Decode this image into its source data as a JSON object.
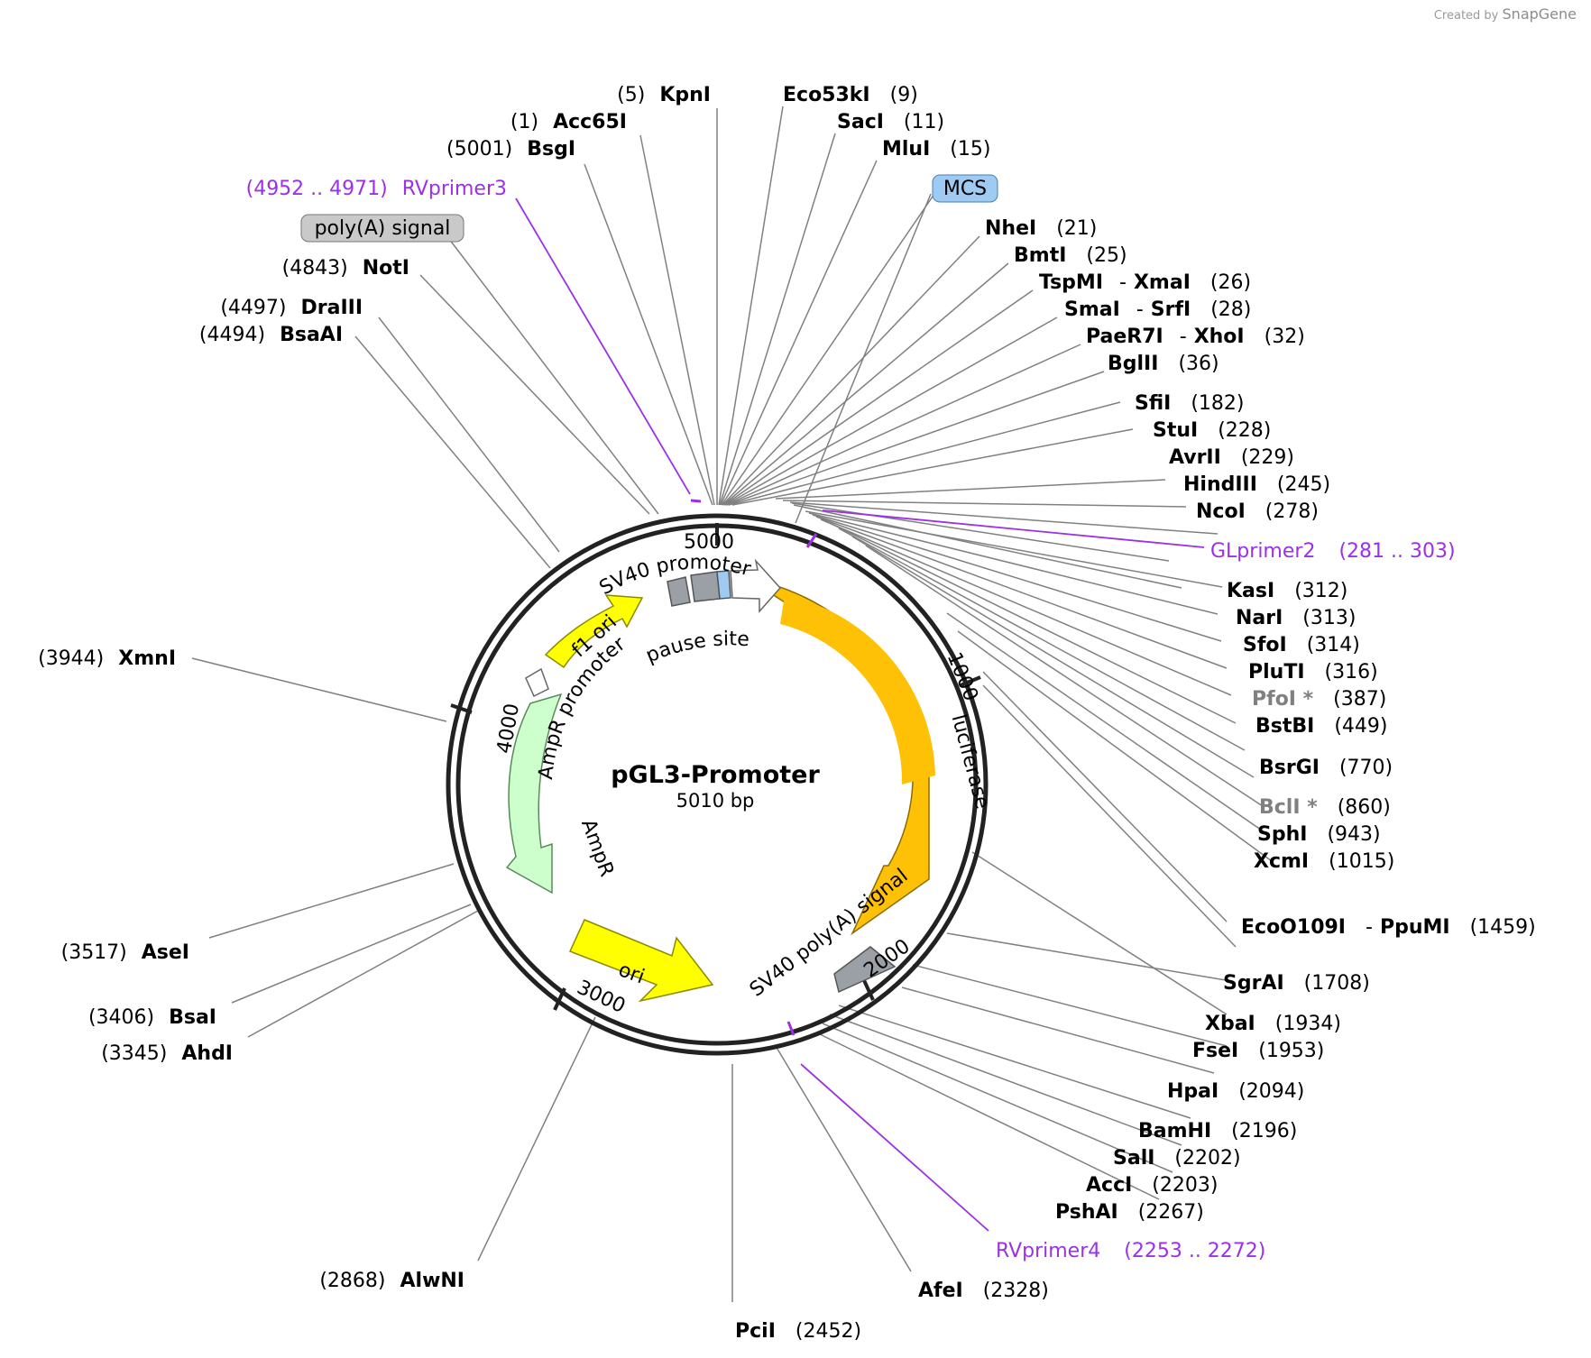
{
  "credit": {
    "prefix": "Created by",
    "brand": "SnapGene"
  },
  "plasmid": {
    "name": "pGL3-Promoter",
    "size": "5010 bp"
  },
  "ticks": [
    "1000",
    "2000",
    "3000",
    "4000",
    "5000"
  ],
  "sites": [
    {
      "name": "KpnI",
      "pos": "(5)"
    },
    {
      "name": "Acc65I",
      "pos": "(1)"
    },
    {
      "name": "BsgI",
      "pos": "(5001)"
    },
    {
      "name": "NotI",
      "pos": "(4843)"
    },
    {
      "name": "DraIII",
      "pos": "(4497)"
    },
    {
      "name": "BsaAI",
      "pos": "(4494)"
    },
    {
      "name": "XmnI",
      "pos": "(3944)"
    },
    {
      "name": "AseI",
      "pos": "(3517)"
    },
    {
      "name": "BsaI",
      "pos": "(3406)"
    },
    {
      "name": "AhdI",
      "pos": "(3345)"
    },
    {
      "name": "AlwNI",
      "pos": "(2868)"
    },
    {
      "name": "PciI",
      "pos": "(2452)"
    },
    {
      "name": "AfeI",
      "pos": "(2328)"
    },
    {
      "name": "Eco53kI",
      "pos": "(9)"
    },
    {
      "name": "SacI",
      "pos": "(11)"
    },
    {
      "name": "MluI",
      "pos": "(15)"
    },
    {
      "name": "NheI",
      "pos": "(21)"
    },
    {
      "name": "BmtI",
      "pos": "(25)"
    },
    {
      "name": "TspMI",
      "pos": "(26)",
      "name2": "XmaI"
    },
    {
      "name": "SmaI",
      "pos": "(28)",
      "name2": "SrfI"
    },
    {
      "name": "PaeR7I",
      "pos": "(32)",
      "name2": "XhoI"
    },
    {
      "name": "BglII",
      "pos": "(36)"
    },
    {
      "name": "SfiI",
      "pos": "(182)"
    },
    {
      "name": "StuI",
      "pos": "(228)"
    },
    {
      "name": "AvrII",
      "pos": "(229)"
    },
    {
      "name": "HindIII",
      "pos": "(245)"
    },
    {
      "name": "NcoI",
      "pos": "(278)"
    },
    {
      "name": "KasI",
      "pos": "(312)"
    },
    {
      "name": "NarI",
      "pos": "(313)"
    },
    {
      "name": "SfoI",
      "pos": "(314)"
    },
    {
      "name": "PluTI",
      "pos": "(316)"
    },
    {
      "name": "PfoI *",
      "pos": "(387)",
      "dim": true
    },
    {
      "name": "BstBI",
      "pos": "(449)"
    },
    {
      "name": "BsrGI",
      "pos": "(770)"
    },
    {
      "name": "BclI *",
      "pos": "(860)",
      "dim": true
    },
    {
      "name": "SphI",
      "pos": "(943)"
    },
    {
      "name": "XcmI",
      "pos": "(1015)"
    },
    {
      "name": "EcoO109I",
      "pos": "(1459)",
      "name2": "PpuMI"
    },
    {
      "name": "SgrAI",
      "pos": "(1708)"
    },
    {
      "name": "XbaI",
      "pos": "(1934)"
    },
    {
      "name": "FseI",
      "pos": "(1953)"
    },
    {
      "name": "HpaI",
      "pos": "(2094)"
    },
    {
      "name": "BamHI",
      "pos": "(2196)"
    },
    {
      "name": "SalI",
      "pos": "(2202)"
    },
    {
      "name": "AccI",
      "pos": "(2203)"
    },
    {
      "name": "PshAI",
      "pos": "(2267)"
    }
  ],
  "primers": [
    {
      "name": "RVprimer3",
      "range": "(4952 .. 4971)"
    },
    {
      "name": "GLprimer2",
      "range": "(281 .. 303)"
    },
    {
      "name": "RVprimer4",
      "range": "(2253 .. 2272)"
    }
  ],
  "feature_callouts": [
    "poly(A) signal",
    "MCS"
  ],
  "features": [
    "SV40 promoter",
    "luciferase",
    "SV40 poly(A) signal",
    "ori",
    "AmpR",
    "AmpR promoter",
    "f1 ori",
    "pause site"
  ],
  "colors": {
    "luciferase": "#ffc106",
    "f1_ori": "#ffff00",
    "ori": "#ffff00",
    "ampr": "#ccffcc",
    "primer": "#9b30e8",
    "mcs": "#9fcbf3",
    "polyA_callout": "#c9c9c9",
    "backbone": "#222222"
  }
}
